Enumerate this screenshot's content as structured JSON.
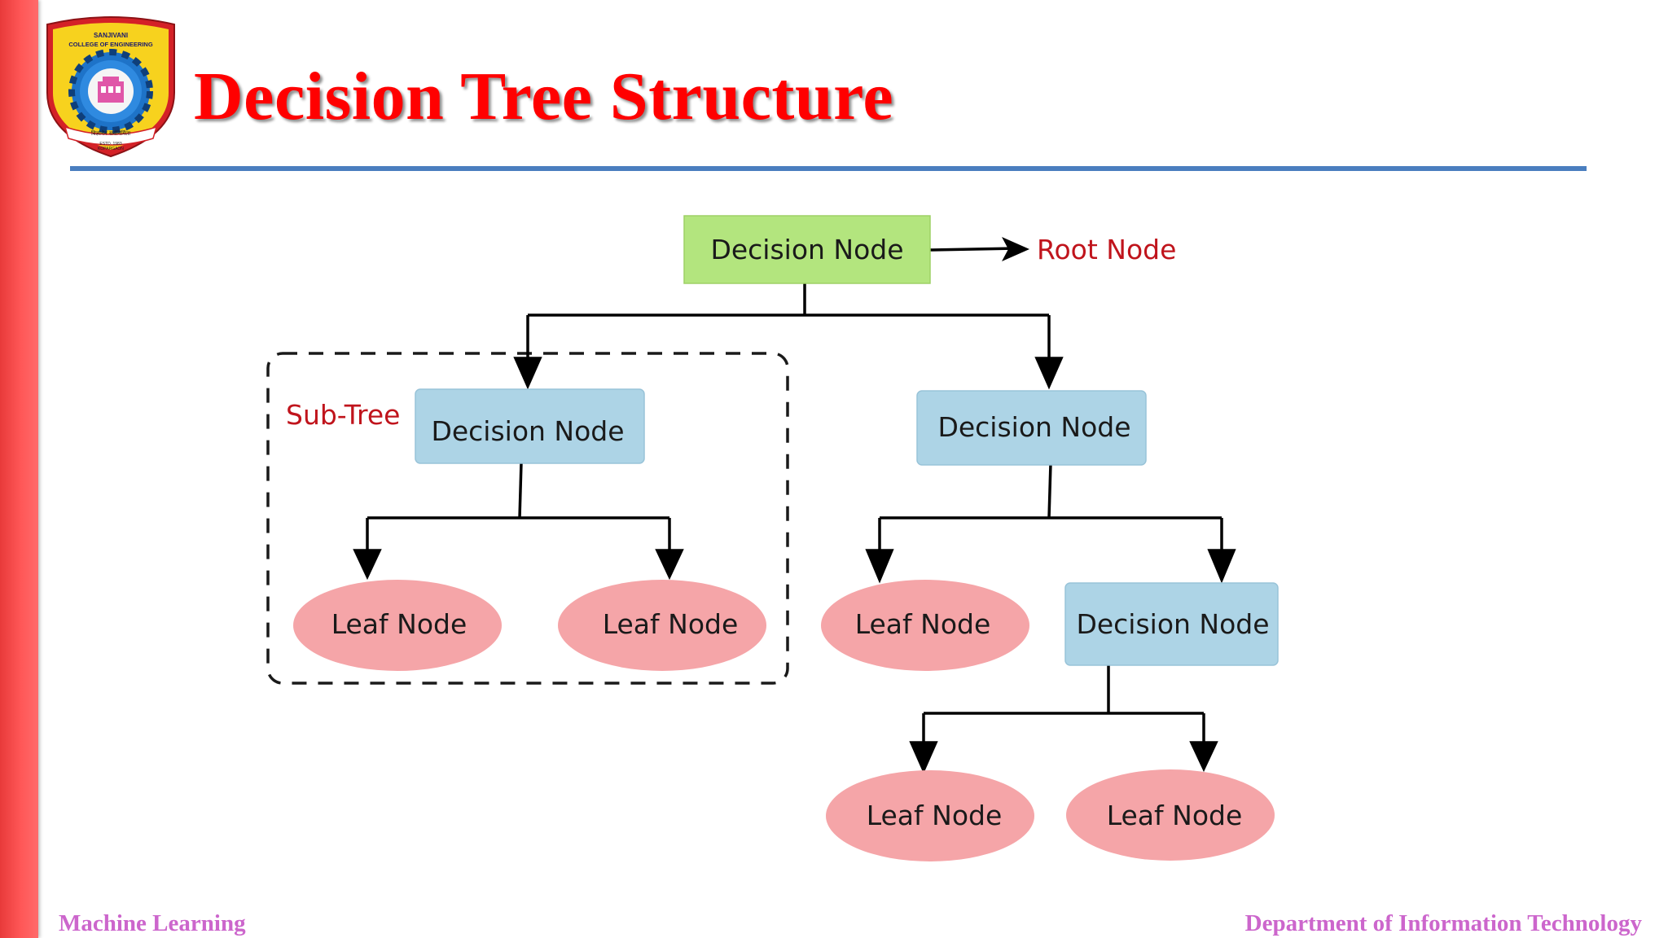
{
  "slide": {
    "title": "Decision Tree Structure",
    "footer_left": "Machine Learning",
    "footer_right": "Department of Information Technology"
  },
  "logo": {
    "name_line1": "SANJIVANI",
    "name_line2": "COLLEGE OF ENGINEERING",
    "motto": "विज्ञानेन सर्वनिर्मिता",
    "estd": "ESTD. 1983",
    "place": "KOPARGAON"
  },
  "diagram": {
    "root_label": "Root Node",
    "subtree_label": "Sub-Tree",
    "nodes": {
      "root": "Decision Node",
      "left_decision": "Decision Node",
      "right_decision": "Decision Node",
      "inner_decision": "Decision Node",
      "leaf_1": "Leaf Node",
      "leaf_2": "Leaf Node",
      "leaf_3": "Leaf Node",
      "leaf_4": "Leaf Node",
      "leaf_5": "Leaf Node"
    },
    "colors": {
      "root_fill": "#b3e57e",
      "decision_fill": "#add4e6",
      "leaf_fill": "#f5a5a8",
      "label_red": "#c0141c"
    }
  }
}
